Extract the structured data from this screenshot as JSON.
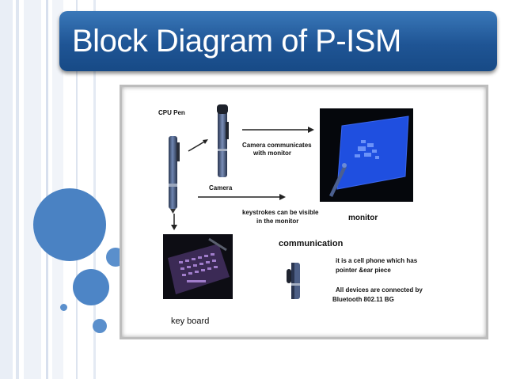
{
  "slide": {
    "title": "Block Diagram of P-ISM"
  },
  "diagram": {
    "cpu_pen_label": "CPU Pen",
    "camera_label": "Camera",
    "camera_communicates_line1": "Camera communicates",
    "camera_communicates_line2": "with  monitor",
    "keystrokes_line1": "keystrokes can be visible",
    "keystrokes_line2": "in the monitor",
    "monitor_label": "monitor",
    "communication_label": "communication",
    "cell_phone_line1": "it is a cell phone which has",
    "cell_phone_line2": "pointer &ear piece",
    "all_devices_line1": "All devices are connected by",
    "all_devices_line2": "Bluetooth 802.11 BG",
    "keyboard_label": "key board"
  },
  "colors": {
    "banner": "#1f5595",
    "circles": "#4a82c3",
    "monitor_screen": "#1f4fe0"
  }
}
